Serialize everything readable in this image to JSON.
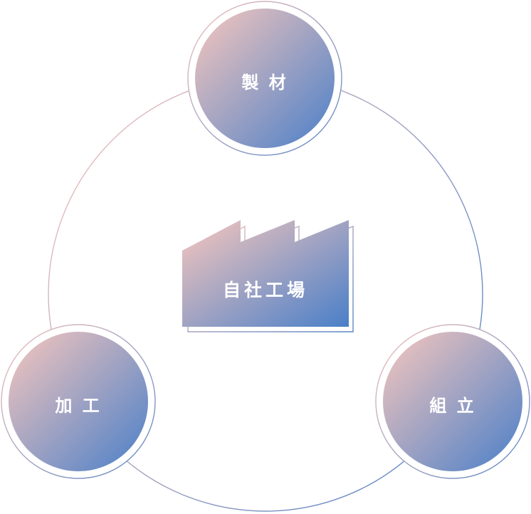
{
  "center": {
    "label": "自社工場",
    "icon": "factory-icon"
  },
  "nodes": [
    {
      "id": "top",
      "label": "製 材"
    },
    {
      "id": "left",
      "label": "加 工"
    },
    {
      "id": "right",
      "label": "組 立"
    }
  ],
  "colors": {
    "gradient_start": "#f7c7bd",
    "gradient_end": "#4a7fc8",
    "background": "#ffffff",
    "text": "#ffffff"
  }
}
